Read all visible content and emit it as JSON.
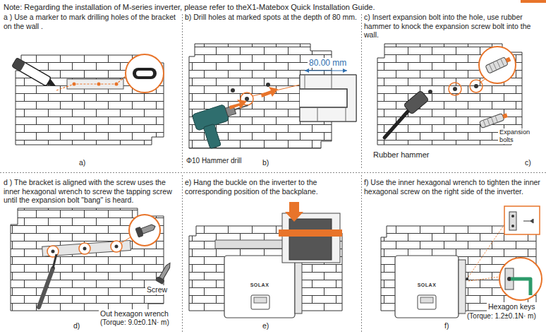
{
  "diagram": {
    "labels": [
      "Note: Regarding the installation of M-series inverter, please refer to theX1-Matebox Quick Installation Guide.",
      "a ) Use a marker to mark drilling holes of the bracket on the wall .",
      "b) Drill holes at marked spots at the depth of 80 mm.",
      "c) Insert expansion bolt into the hole, use rubber hammer to knock the expansion screw bolt into the wall.",
      "80.00 mm",
      "Φ10 Hammer drill",
      "b)",
      "a)",
      "Rubber hammer",
      "Expansion bolts",
      "c)",
      "d ) The bracket is aligned with the screw uses the inner hexagonal wrench to screw the tapping screw until the expansion bolt \"bang\" is heard.",
      "e) Hang the buckle on the inverter to the corresponding position of the backplane.",
      "f) Use the inner hexagonal wrench to tighten the inner hexagonal screw on the right side of the inverter.",
      "Screw",
      "Out hexagon wrench",
      "(Torque: 9.0±0.1N· m)",
      "d)",
      "e)",
      "SOLAX",
      "SOLAX",
      "Hexagon keys",
      "(Torque: 1.2±0.1N· m)",
      "f)"
    ]
  }
}
